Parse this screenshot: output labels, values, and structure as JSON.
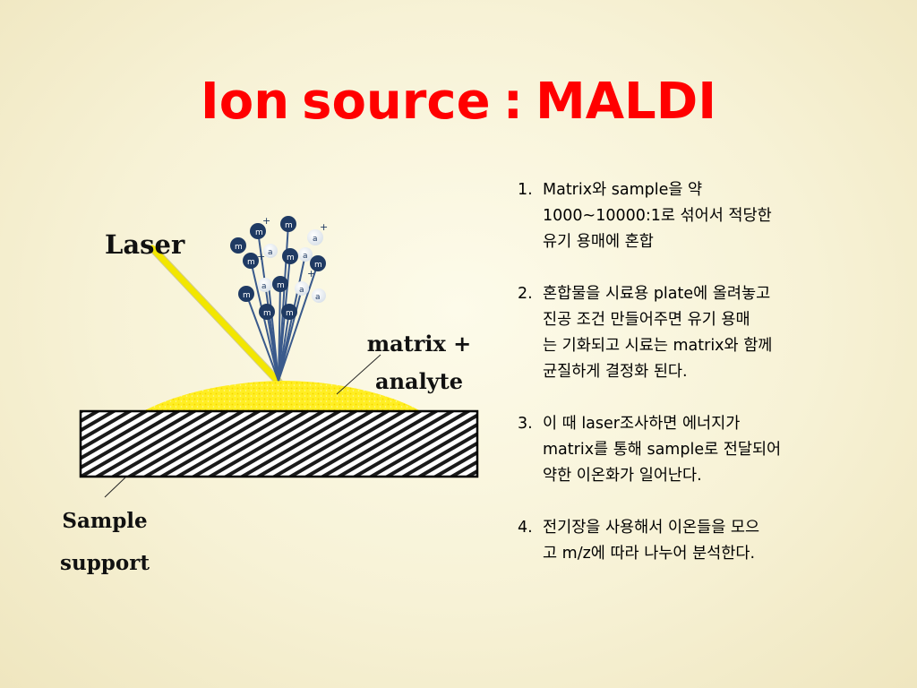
{
  "slide": {
    "title_parts": [
      "Ion",
      "source",
      ":",
      "MALDI"
    ]
  },
  "diagram": {
    "labels": {
      "laser": "Laser",
      "matrix_analyte_line1": "matrix +",
      "matrix_analyte_line2": "analyte",
      "sample_support_line1": "Sample",
      "sample_support_line2": "support"
    },
    "particle_letters": {
      "matrix": "m",
      "analyte": "a",
      "charge": "+"
    },
    "colors": {
      "laser_beam": "#f2e600",
      "matrix_analyte_layer": "#ffee22",
      "matrix_particle": "#1f3a63",
      "analyte_particle": "#eef2f6",
      "plume_lines": "#3a5a8c",
      "sample_support_hatch": "#000000"
    }
  },
  "steps": [
    {
      "number": "1.",
      "text": "Matrix와 sample을 약\n1000~10000:1로 섞어서 적당한\n유기 용매에 혼합"
    },
    {
      "number": "2.",
      "text": "혼합물을 시료용 plate에 올려놓고\n진공 조건 만들어주면 유기 용매\n는 기화되고 시료는 matrix와 함께\n균질하게 결정화 된다."
    },
    {
      "number": "3.",
      "text": "이 때 laser조사하면 에너지가\nmatrix를 통해 sample로 전달되어\n약한 이온화가 일어난다."
    },
    {
      "number": "4.",
      "text": "전기장을 사용해서 이온들을 모으\n고 m/z에 따라 나누어 분석한다."
    }
  ]
}
